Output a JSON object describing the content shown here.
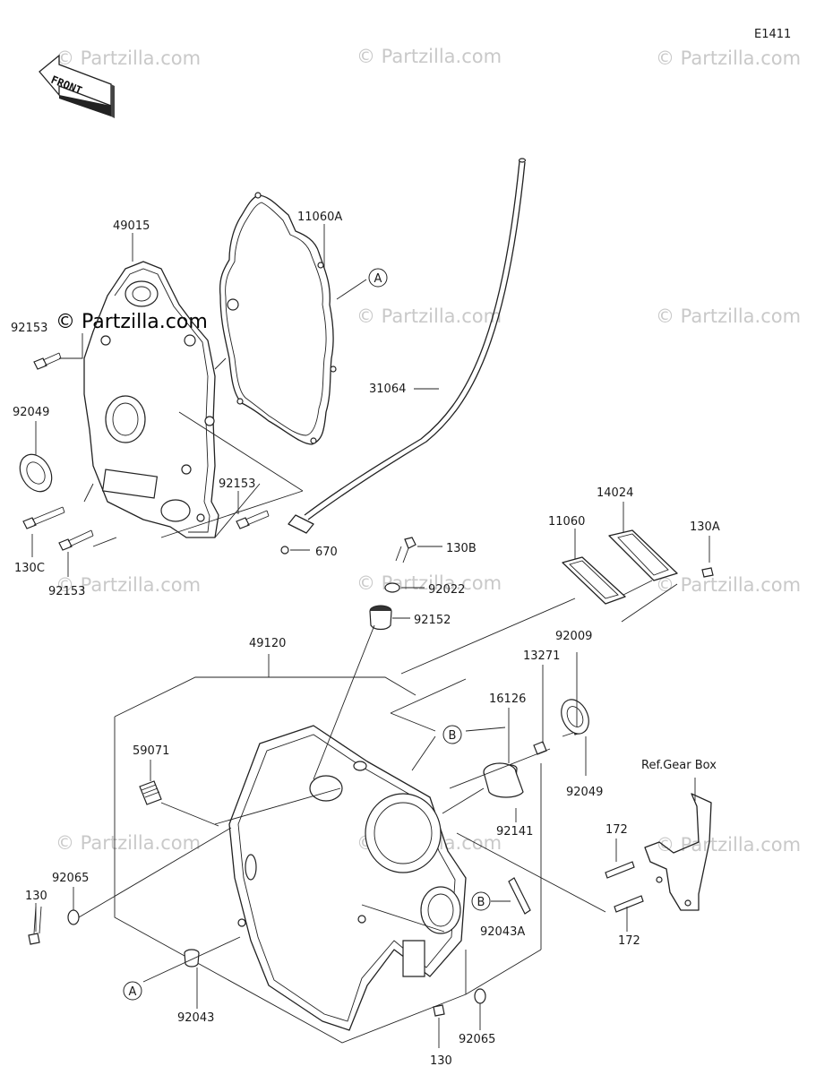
{
  "diagram_code": "E1411",
  "front_label": "FRONT",
  "watermarks": {
    "text": "© Partzilla.com",
    "strong_text": "© Partzilla.com"
  },
  "callouts": {
    "A": "A",
    "B": "B"
  },
  "ref_gear_box": "Ref.Gear Box",
  "parts": {
    "p49015": "49015",
    "p11060A": "11060A",
    "p92153_top": "92153",
    "p92049_left": "92049",
    "p31064": "31064",
    "p92153_mid": "92153",
    "p670": "670",
    "p130C": "130C",
    "p92153_bot": "92153",
    "p14024": "14024",
    "p11060": "11060",
    "p130A": "130A",
    "p130B": "130B",
    "p92022": "92022",
    "p92152": "92152",
    "p49120": "49120",
    "p92009": "92009",
    "p13271": "13271",
    "p16126": "16126",
    "p59071": "59071",
    "p92049_right": "92049",
    "p92141": "92141",
    "p172_top": "172",
    "p172_bot": "172",
    "p92065_left": "92065",
    "p130_left": "130",
    "p92043A": "92043A",
    "p92043": "92043",
    "p92065_bot": "92065",
    "p130_bot": "130"
  }
}
